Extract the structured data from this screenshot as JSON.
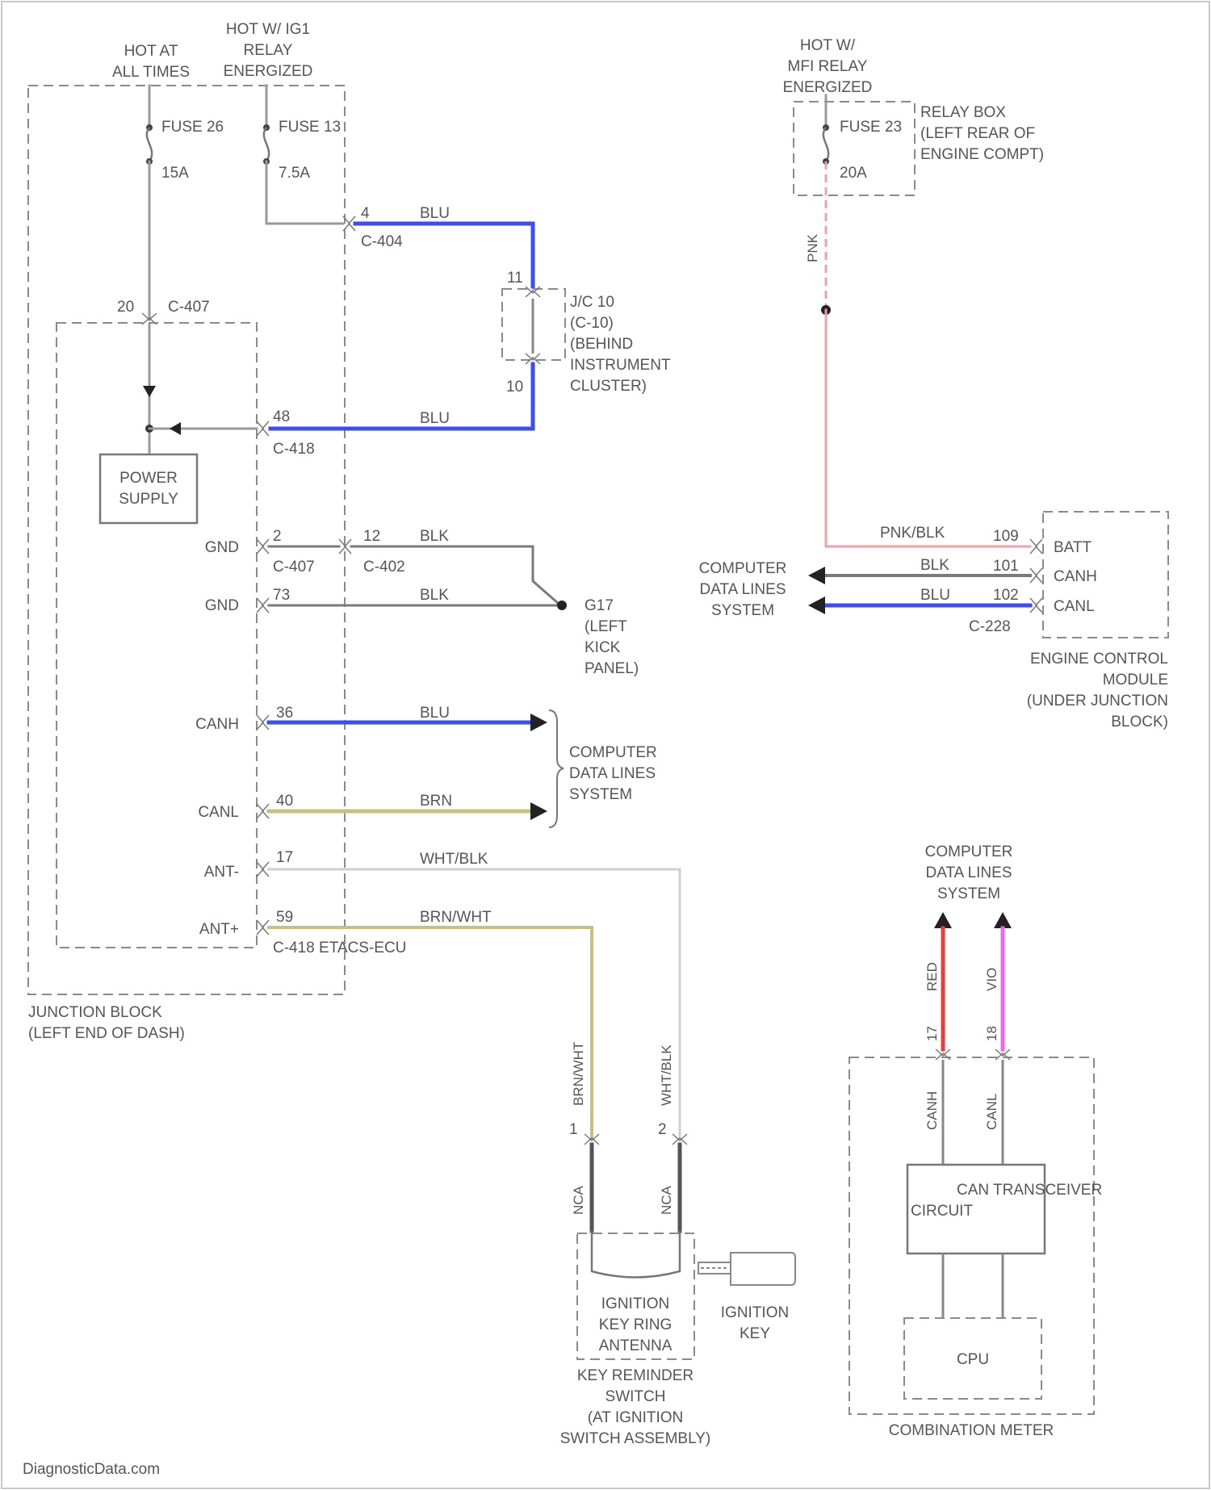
{
  "diagram": {
    "left_top": {
      "hot_at_all_times": [
        "HOT AT",
        "ALL TIMES"
      ],
      "hot_relay": [
        "HOT W/ IG1",
        "RELAY",
        "ENERGIZED"
      ],
      "fuse26_name": "FUSE 26",
      "fuse26_rating": "15A",
      "fuse13_name": "FUSE 13",
      "fuse13_rating": "7.5A"
    },
    "connectors": {
      "c404_pin": "4",
      "c404_name": "C-404",
      "c407_top_pin": "20",
      "c407_top_name": "C-407",
      "c418_pin": "48",
      "c418_name": "C-418",
      "gnd1_pin": "2",
      "c407_gnd_name": "C-407",
      "c402_pin": "12",
      "c402_name": "C-402",
      "gnd2_pin": "73",
      "cansh_pin": "36",
      "canl_pin": "40",
      "ant_minus_pin": "17",
      "ant_plus_pin": "59",
      "c418_bottom_name": "C-418 ETACS-ECU",
      "jc_top_pin": "11",
      "jc_bottom_pin": "10"
    },
    "joint_connector": [
      "J/C 10",
      "(C-10)",
      "(BEHIND",
      "INSTRUMENT",
      "CLUSTER)"
    ],
    "power_supply": [
      "POWER",
      "SUPPLY"
    ],
    "junction_block_pins": {
      "gnd1": "GND",
      "gnd2": "GND",
      "cansh": "CANH",
      "canl": "CANL",
      "ant_minus": "ANT-",
      "ant_plus": "ANT+"
    },
    "wire_colors": {
      "blu_top": "BLU",
      "blu_mid": "BLU",
      "blk1": "BLK",
      "blk2": "BLK",
      "canh_blu": "BLU",
      "canl_brn": "BRN",
      "wht_blk": "WHT/BLK",
      "brn_wht": "BRN/WHT",
      "brn_wht_vertical": "BRN/WHT",
      "wht_blk_vertical": "WHT/BLK",
      "pnk": "PNK",
      "pnk_blk": "PNK/BLK",
      "ecm_blk": "BLK",
      "ecm_blu": "BLU",
      "red": "RED",
      "vio": "VIO"
    },
    "ground": [
      "G17",
      "(LEFT",
      "KICK",
      "PANEL)"
    ],
    "computer_data_lines_left": [
      "COMPUTER",
      "DATA LINES",
      "SYSTEM"
    ],
    "junction_block_label": [
      "JUNCTION BLOCK",
      "(LEFT END OF DASH)"
    ],
    "antenna": {
      "pin_left": "1",
      "pin_right": "2",
      "nca_left": "NCA",
      "nca_right": "NCA",
      "label": [
        "IGNITION",
        "KEY RING",
        "ANTENNA"
      ],
      "switch_label": [
        "KEY REMINDER",
        "SWITCH",
        "(AT IGNITION",
        "SWITCH ASSEMBLY)"
      ],
      "key_label": [
        "IGNITION",
        "KEY"
      ]
    },
    "relay_box": {
      "hot_label": [
        "HOT W/",
        "MFI RELAY",
        "ENERGIZED"
      ],
      "fuse_name": "FUSE 23",
      "fuse_rating": "20A",
      "box_label": [
        "RELAY BOX",
        "(LEFT REAR OF",
        "ENGINE COMPT)"
      ]
    },
    "ecm": {
      "batt_pin": "109",
      "cansh_pin": "101",
      "canl_pin": "102",
      "connector": "C-228",
      "pin_batt": "BATT",
      "pin_canh": "CANH",
      "pin_canl": "CANL",
      "label": [
        "ENGINE CONTROL",
        "MODULE",
        "(UNDER JUNCTION",
        "BLOCK)"
      ],
      "data_lines": [
        "COMPUTER",
        "DATA LINES",
        "SYSTEM"
      ]
    },
    "meter": {
      "data_lines": [
        "COMPUTER",
        "DATA LINES",
        "SYSTEM"
      ],
      "pin_left": "17",
      "pin_right": "18",
      "canh": "CANH",
      "canl": "CANL",
      "transceiver": [
        "CAN TRANSCEIVER",
        "CIRCUIT"
      ],
      "cpu": "CPU",
      "label": "COMBINATION METER"
    },
    "watermark": "DiagnosticData.com"
  },
  "colors": {
    "wire_gray": "#9a9a9a",
    "wire_blue": "#3b4bff",
    "wire_brn": "#c9c080",
    "wire_pnk": "#f2a0a8",
    "wire_red": "#ee3b3b",
    "wire_vio": "#ee66ee",
    "wire_blk": "#7a7a7a",
    "wire_wht": "#cfcfcf",
    "text": "#555555"
  }
}
